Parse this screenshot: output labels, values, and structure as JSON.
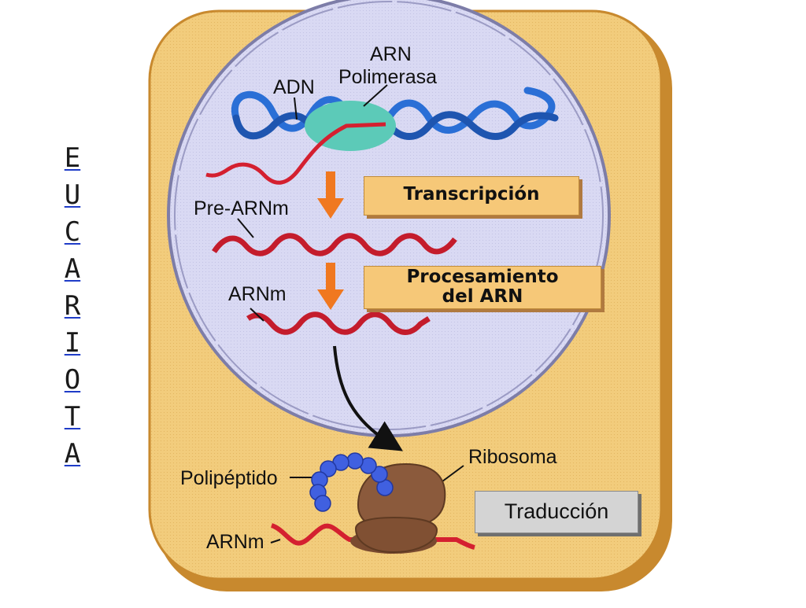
{
  "side_title": [
    "E",
    "U",
    "C",
    "A",
    "R",
    "I",
    "O",
    "T",
    "A"
  ],
  "labels": {
    "rna_polymerase_line1": "ARN",
    "rna_polymerase_line2": "Polimerasa",
    "dna": "ADN",
    "pre_mrna": "Pre-ARNm",
    "mrna_nucleus": "ARNm",
    "polypeptide": "Polipéptido",
    "ribosome": "Ribosoma",
    "mrna_cytoplasm": "ARNm"
  },
  "steps": {
    "transcription": "Transcripción",
    "processing_line1": "Procesamiento",
    "processing_line2": "del ARN",
    "translation": "Traducción"
  },
  "colors": {
    "cell_fill": "#f2cc7c",
    "cell_border": "#c8892e",
    "nucleus_fill": "#d6d6f2",
    "nucleus_border": "#7d7da8",
    "dna_blue": "#2a6fd6",
    "rna_red": "#d42030",
    "polymerase": "#5ccab8",
    "arrow_orange": "#f07820",
    "ribosome": "#8b5a3c",
    "polypeptide": "#4060e0",
    "side_title_underline": "#1f3cc8"
  }
}
